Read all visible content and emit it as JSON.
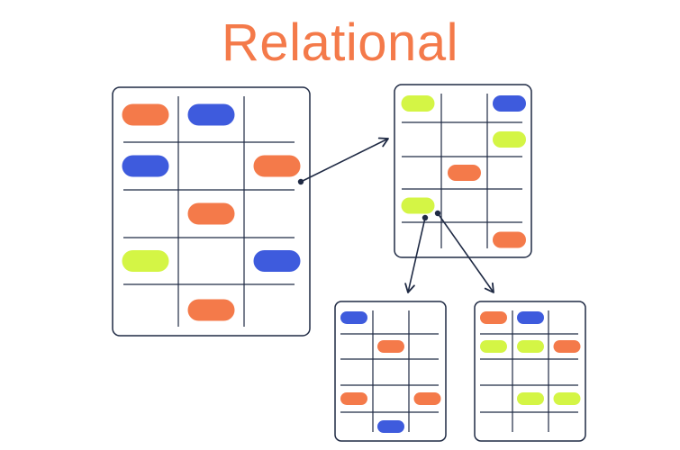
{
  "title": "Relational",
  "colors": {
    "title": "#F47A4A",
    "ink": "#1F2A44",
    "orange": "#F47A4A",
    "blue": "#3E5BDD",
    "lime": "#D4F545",
    "background": "#FFFFFF"
  },
  "tables": [
    {
      "name": "main-table",
      "rows": [
        [
          "orange",
          "blue",
          ""
        ],
        [
          "blue",
          "",
          "orange"
        ],
        [
          "",
          "orange",
          ""
        ],
        [
          "lime",
          "",
          "blue"
        ],
        [
          "",
          "orange",
          ""
        ]
      ]
    },
    {
      "name": "linked-table",
      "rows": [
        [
          "lime",
          "",
          "blue"
        ],
        [
          "",
          "",
          "lime"
        ],
        [
          "",
          "orange",
          ""
        ],
        [
          "lime",
          "",
          ""
        ],
        [
          "",
          "",
          "orange"
        ]
      ]
    },
    {
      "name": "child-table-left",
      "rows": [
        [
          "blue",
          "",
          ""
        ],
        [
          "",
          "orange",
          ""
        ],
        [
          "",
          "",
          ""
        ],
        [
          "orange",
          "",
          "orange"
        ],
        [
          "",
          "blue",
          ""
        ]
      ]
    },
    {
      "name": "child-table-right",
      "rows": [
        [
          "orange",
          "blue",
          ""
        ],
        [
          "lime",
          "lime",
          "orange"
        ],
        [
          "",
          "",
          ""
        ],
        [
          "",
          "lime",
          "lime"
        ],
        [
          "",
          "",
          ""
        ]
      ]
    }
  ],
  "relations": [
    {
      "from": "main-table",
      "to": "linked-table"
    },
    {
      "from": "linked-table",
      "to": "child-table-left"
    },
    {
      "from": "linked-table",
      "to": "child-table-right"
    }
  ]
}
